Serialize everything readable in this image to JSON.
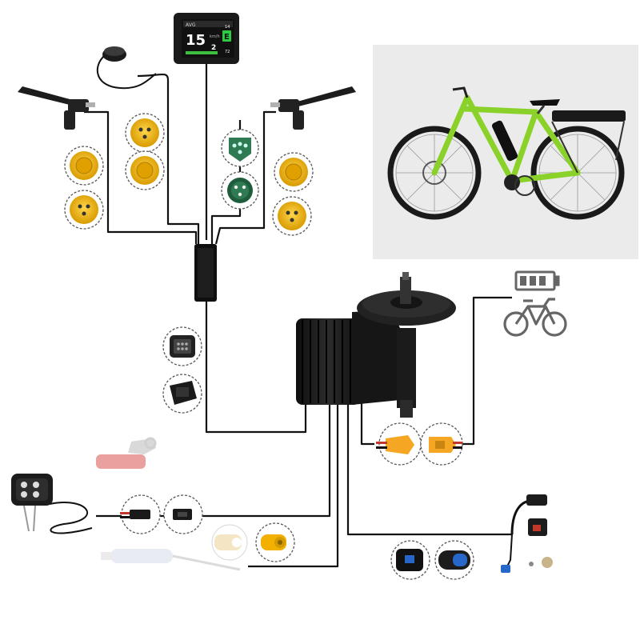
{
  "display": {
    "speed_main": "15",
    "speed_decimal": "2",
    "speed_unit": "km/h",
    "assist_badge": "E",
    "top_right_value": "14",
    "bottom_right_value": "72",
    "status_tag": "AVG"
  },
  "colors": {
    "wire": "#111111",
    "connector_yellow": "#f2b100",
    "connector_green": "#2f7a52",
    "motor_black": "#1c1c1c",
    "bike_green": "#8ad12a",
    "photo_bg": "#ebebeb",
    "xt60_yellow": "#f5a623",
    "cable_blue": "#2667c9",
    "icon_gray": "#666666"
  },
  "icons": {
    "battery": "battery-icon",
    "bicycle": "bicycle-icon"
  }
}
